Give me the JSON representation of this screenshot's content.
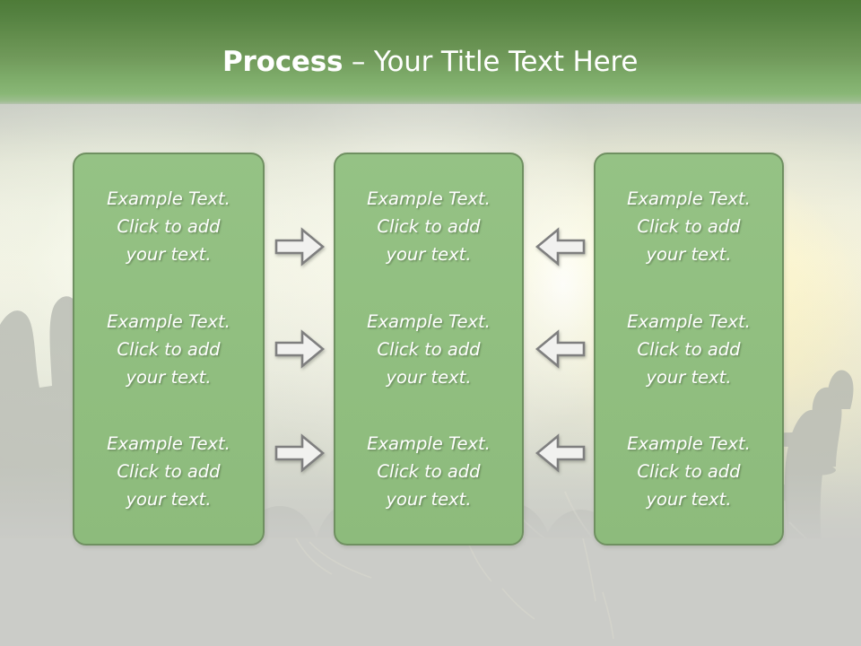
{
  "slide": {
    "header": {
      "title_bold": "Process",
      "title_rest": " – Your Title Text Here"
    },
    "colors": {
      "header_top": "#4e7b38",
      "header_bottom": "#9cbd8e",
      "box_fill": "#91bf80",
      "box_border": "#6f9061",
      "text": "#ffffff",
      "arrow_fill": "#f0f0ee",
      "arrow_stroke": "#808080",
      "background_gray": "#cbccc8"
    },
    "columns": [
      {
        "name": "column-1",
        "cells": [
          "Example Text.\nClick  to add\nyour text.",
          "Example Text.\nClick  to add\nyour text.",
          "Example Text.\nClick  to add\nyour text."
        ]
      },
      {
        "name": "column-2",
        "cells": [
          "Example Text.\nClick  to add\nyour text.",
          "Example Text.\nClick  to add\nyour text.",
          "Example Text.\nClick  to add\nyour text."
        ]
      },
      {
        "name": "column-3",
        "cells": [
          "Example Text.\nClick  to add\nyour text.",
          "Example Text.\nClick  to add\nyour text.",
          "Example Text.\nClick  to add\nyour text."
        ]
      }
    ],
    "arrows": [
      {
        "name": "arrow-right-row-1",
        "direction": "right"
      },
      {
        "name": "arrow-right-row-2",
        "direction": "right"
      },
      {
        "name": "arrow-right-row-3",
        "direction": "right"
      },
      {
        "name": "arrow-left-row-1",
        "direction": "left"
      },
      {
        "name": "arrow-left-row-2",
        "direction": "left"
      },
      {
        "name": "arrow-left-row-3",
        "direction": "left"
      }
    ],
    "background": {
      "description": "concert-crowd-photo"
    }
  }
}
